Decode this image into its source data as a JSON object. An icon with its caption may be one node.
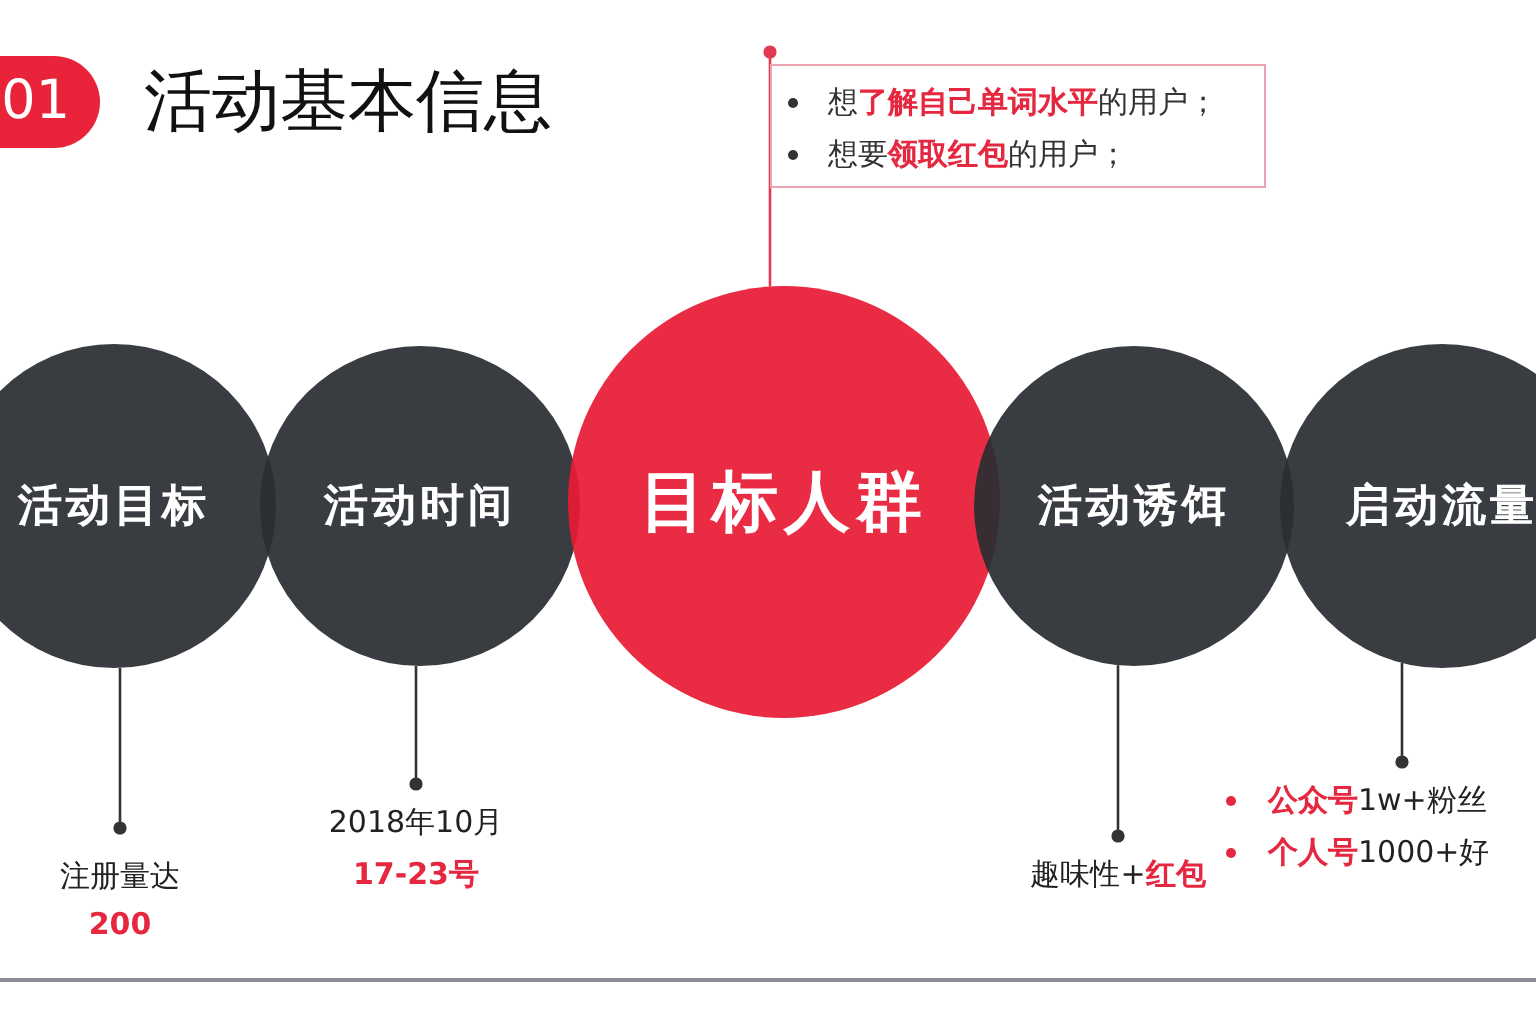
{
  "diagram": {
    "title": "活动基本信息",
    "nodes": [
      {
        "text": [
          "01"
        ]
      },
      {
        "text": [
          "想**了解自己单词水平**的用户；",
          "想要**领取红包**的用户；"
        ]
      },
      {
        "text": [
          "活动目标"
        ]
      },
      {
        "text": [
          "活动时间"
        ]
      },
      {
        "text": [
          "目标人群"
        ]
      },
      {
        "text": [
          "活动诱饵"
        ]
      },
      {
        "text": [
          "启动流量"
        ]
      },
      {
        "text": [
          "注册量达",
          "200"
        ]
      },
      {
        "text": [
          "2018年10月",
          "17-23号"
        ]
      },
      {
        "text": [
          "趣味性+**红包**"
        ]
      },
      {
        "text": [
          "**公众号**1w+粉丝",
          "**个人号**1000+好"
        ]
      }
    ],
    "edges": [
      {
        "from": 1,
        "to": 4,
        "arrow": "other",
        "color": "#e23a55"
      },
      {
        "from": 7,
        "to": 2,
        "arrow": "other"
      },
      {
        "from": 8,
        "to": 3,
        "arrow": "other"
      },
      {
        "from": 9,
        "to": 5,
        "arrow": "other"
      },
      {
        "from": 10,
        "to": 6,
        "arrow": "other"
      }
    ]
  }
}
